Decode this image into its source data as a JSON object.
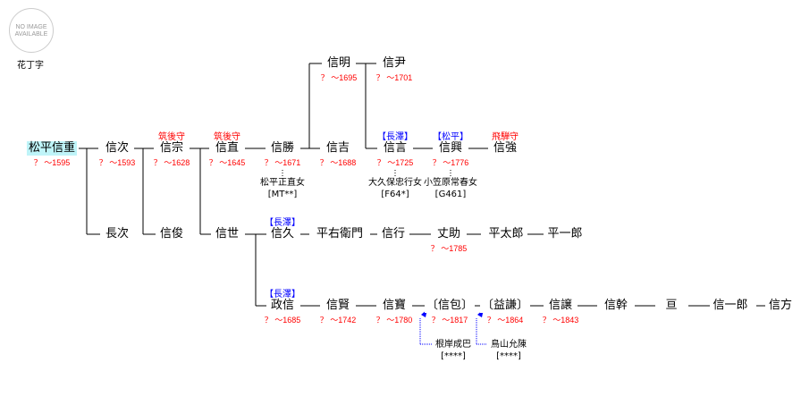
{
  "placeholder_image": {
    "line1": "NO IMAGE",
    "line2": "AVAILABLE"
  },
  "kamon_label": "花丁字",
  "nodes": [
    {
      "id": "shigenobu",
      "name": "松平信重",
      "date": "？ ～1595",
      "self": true
    },
    {
      "id": "nobutsugu",
      "name": "信次",
      "date": "？ ～1593"
    },
    {
      "id": "nobumune",
      "name": "信宗",
      "date": "？ ～1628",
      "title": "筑後守"
    },
    {
      "id": "nobunao",
      "name": "信直",
      "date": "？ ～1645",
      "title": "筑後守"
    },
    {
      "id": "nobukatsu",
      "name": "信勝",
      "date": "？ ～1671",
      "spouse": "松平正直女",
      "spouse_code": "[MT**]"
    },
    {
      "id": "nobuyoshi",
      "name": "信吉",
      "date": "？ ～1688"
    },
    {
      "id": "nobukoto",
      "name": "信言",
      "date": "？ ～1725",
      "clan": "【長澤】",
      "spouse": "大久保忠行女",
      "spouse_code": "[F64*]"
    },
    {
      "id": "nobuoki",
      "name": "信興",
      "date": "？ ～1776",
      "clan": "【松平】",
      "spouse": "小笠原常春女",
      "spouse_code": "[G461]"
    },
    {
      "id": "nobutsuyo",
      "name": "信強",
      "title": "飛騨守"
    },
    {
      "id": "nobuaki",
      "name": "信明",
      "date": "？ ～1695"
    },
    {
      "id": "nobutada",
      "name": "信尹",
      "date": "？ ～1701"
    },
    {
      "id": "nagatsugu",
      "name": "長次"
    },
    {
      "id": "nobutoshi",
      "name": "信俊"
    },
    {
      "id": "nobuyo",
      "name": "信世"
    },
    {
      "id": "nobuhisa",
      "name": "信久",
      "clan": "【長澤】"
    },
    {
      "id": "heiuemon",
      "name": "平右衛門"
    },
    {
      "id": "nobuyuki",
      "name": "信行"
    },
    {
      "id": "josuke",
      "name": "丈助",
      "date": "？ ～1785"
    },
    {
      "id": "heitaro",
      "name": "平太郎"
    },
    {
      "id": "heiichiro",
      "name": "平一郎"
    },
    {
      "id": "masanobu",
      "name": "政信",
      "date": "？ ～1685",
      "clan": "【長澤】"
    },
    {
      "id": "nobukata",
      "name": "信賢",
      "date": "？ ～1742"
    },
    {
      "id": "nobutomi",
      "name": "信寶",
      "date": "？ ～1780"
    },
    {
      "id": "nobukane",
      "name": "〔信包〕",
      "date": "？ ～1817",
      "adopted_from": "根岸成巴",
      "adopted_code": "[****]"
    },
    {
      "id": "ekiken",
      "name": "〔益謙〕",
      "date": "？ ～1864",
      "adopted_from": "鳥山允陳",
      "adopted_code": "[****]"
    },
    {
      "id": "nobuyuzuru",
      "name": "信譲",
      "date": "？ ～1843"
    },
    {
      "id": "nobumoto",
      "name": "信幹"
    },
    {
      "id": "wataru",
      "name": "亘"
    },
    {
      "id": "shinichiro",
      "name": "信一郎"
    },
    {
      "id": "nobukata2",
      "name": "信方"
    }
  ]
}
